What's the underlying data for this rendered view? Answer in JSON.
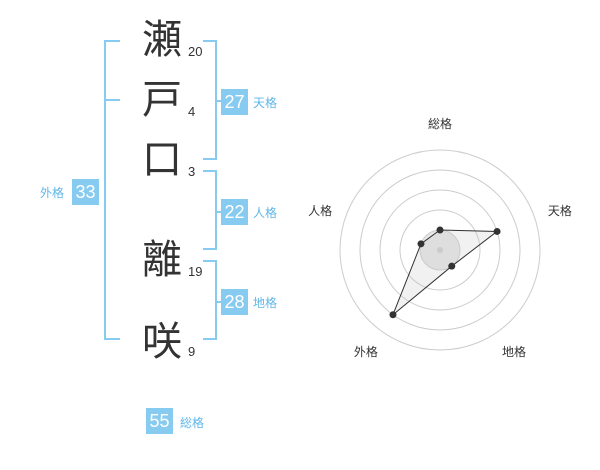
{
  "name_chars": [
    {
      "char": "瀬",
      "strokes": "20"
    },
    {
      "char": "戸",
      "strokes": "4"
    },
    {
      "char": "口",
      "strokes": "3"
    },
    {
      "char": "離",
      "strokes": "19"
    },
    {
      "char": "咲",
      "strokes": "9"
    }
  ],
  "kakusu": {
    "tenkaku": {
      "value": "27",
      "label": "天格"
    },
    "jinkaku": {
      "value": "22",
      "label": "人格"
    },
    "chikaku": {
      "value": "28",
      "label": "地格"
    },
    "gaikaku": {
      "value": "33",
      "label": "外格"
    },
    "soukaku": {
      "value": "55",
      "label": "総格"
    }
  },
  "radar": {
    "axes": [
      "総格",
      "天格",
      "地格",
      "外格",
      "人格"
    ],
    "max": 5,
    "values": [
      1,
      3,
      1,
      4,
      1
    ],
    "colors": {
      "ring": "#cccccc",
      "fill": "#e6e6e6",
      "line": "#333333",
      "center": "#cccccc"
    }
  }
}
